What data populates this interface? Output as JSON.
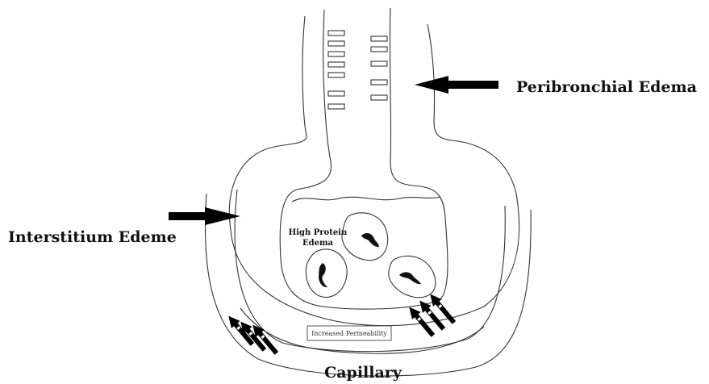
{
  "labels": {
    "peribronchial": "Peribronchial Edema",
    "interstitium": "Interstitium Edeme",
    "high_protein_line1": "High Protein",
    "high_protein_line2": "Edema",
    "increased_permeability": "Increased Permeability",
    "capillary": "Capillary"
  }
}
